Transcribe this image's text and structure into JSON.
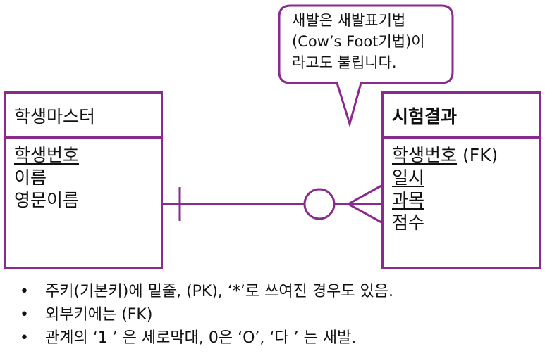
{
  "entities": {
    "student_master": {
      "title": "학생마스터",
      "attributes": [
        {
          "text": "학생번호",
          "suffix": "",
          "underline": true
        },
        {
          "text": "이름",
          "suffix": "",
          "underline": false
        },
        {
          "text": "영문이름",
          "suffix": "",
          "underline": false
        }
      ]
    },
    "exam_result": {
      "title": "시험결과",
      "attributes": [
        {
          "text": "학생번호",
          "suffix": " (FK)",
          "underline": true
        },
        {
          "text": "일시",
          "suffix": "",
          "underline": true
        },
        {
          "text": "과목",
          "suffix": "",
          "underline": true
        },
        {
          "text": "점수",
          "suffix": "",
          "underline": false
        }
      ]
    }
  },
  "callout": {
    "lines": [
      "새발은 새발표기법",
      "(Cow’s Foot기법)이",
      "라고도 불립니다."
    ]
  },
  "notes": [
    "주키(기본키)에 밑줄, (PK), ‘*’로 쓰여진 경우도 있음.",
    "외부키에는 (FK)",
    "관계의 ‘1 ’ 은 세로막대, 0은 ‘O’, ‘다 ’ 는 새발."
  ],
  "colors": {
    "accent": "#8b2a8e",
    "text": "#111111"
  }
}
